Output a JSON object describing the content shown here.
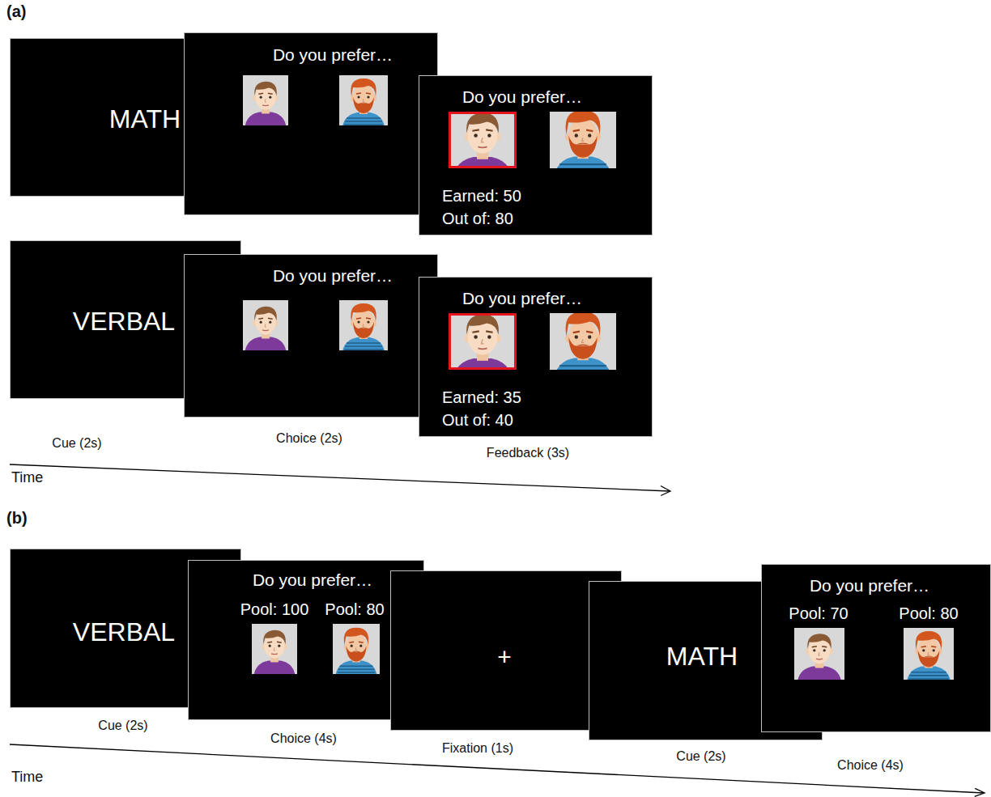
{
  "diagram": {
    "nodes": [
      {
        "text": [
          "MATH"
        ]
      },
      {
        "text": [
          "Do you prefer…"
        ]
      },
      {
        "text": [
          "Do you prefer…",
          "Earned: 50",
          "Out of: 80"
        ]
      },
      {
        "text": [
          "VERBAL"
        ]
      },
      {
        "text": [
          "Do you prefer…"
        ]
      },
      {
        "text": [
          "Do you prefer…",
          "Earned: 35",
          "Out of: 40"
        ]
      },
      {
        "text": [
          "VERBAL"
        ]
      },
      {
        "text": [
          "Do you prefer…",
          "Pool: 100",
          "Pool: 80"
        ]
      },
      {
        "text": [
          "+"
        ]
      },
      {
        "text": [
          "MATH"
        ]
      },
      {
        "text": [
          "Do you prefer…",
          "Pool: 70",
          "Pool: 80"
        ]
      }
    ],
    "labels": [
      "(a)",
      "Cue (2s)",
      "Choice (2s)",
      "Feedback (3s)",
      "Time",
      "(b)",
      "Cue (2s)",
      "Choice (4s)",
      "Fixation (1s)",
      "Cue (2s)",
      "Choice (4s)",
      "Time"
    ]
  }
}
